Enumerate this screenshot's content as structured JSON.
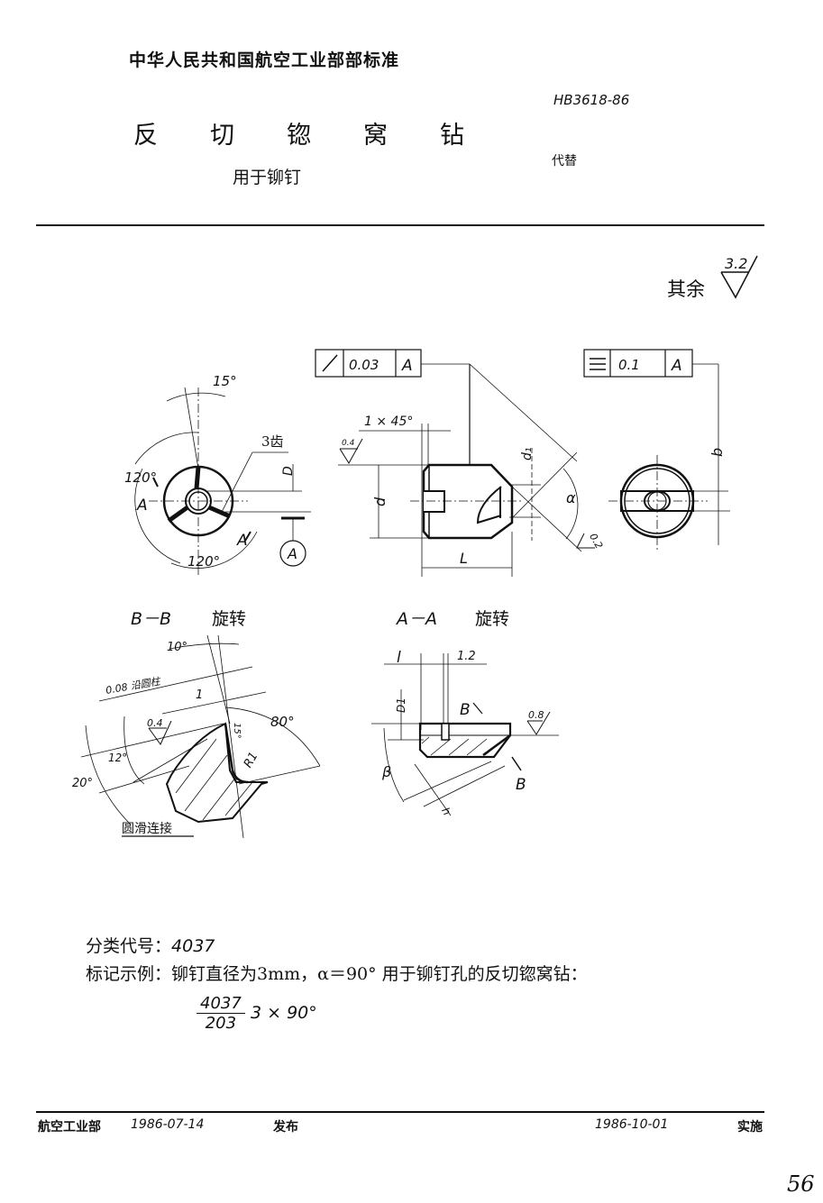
{
  "header": {
    "organization": "中华人民共和国航空工业部部标准",
    "standard_code": "HB3618-86",
    "title_chars": [
      "反",
      "切",
      "锪",
      "窝",
      "钻"
    ],
    "subtitle": "用于铆钉",
    "replaces_label": "代替"
  },
  "surface_roughness": {
    "rest_label": "其余",
    "rest_value": "3.2"
  },
  "drawing": {
    "front_view": {
      "angle_top": "15°",
      "angle_left": "120°",
      "angle_bottom": "120°",
      "teeth_label": "3齿",
      "section_marker_left": "A",
      "section_marker_right": "A",
      "dim_D": "D",
      "datum_label": "A"
    },
    "side_view": {
      "runout_symbol": "↗",
      "runout_tolerance": "0.03",
      "runout_datum": "A",
      "chamfer": "1 × 45°",
      "roughness": "0.4",
      "dim_d": "d",
      "dim_d1": "d₁",
      "dim_L": "L",
      "angle_alpha": "α",
      "roughness_cone": "0.2"
    },
    "end_view": {
      "symmetry_symbol": "⌯",
      "symmetry_tolerance": "0.1",
      "symmetry_datum": "A",
      "dim_b": "b"
    },
    "section_bb": {
      "title": "B－B",
      "title_suffix": "旋转",
      "angle_10": "10°",
      "land_note": "0.08 沿圆柱",
      "dim_1": "1",
      "roughness": "0.4",
      "angle_80": "80°",
      "angle_15": "15°",
      "angle_12": "12°",
      "angle_20": "20°",
      "radius": "R1",
      "blend_note": "圆滑连接"
    },
    "section_aa": {
      "title": "A－A",
      "title_suffix": "旋转",
      "dim_l": "l",
      "dim_12": "1.2",
      "dim_D1": "D1",
      "section_marker": "B",
      "roughness": "0.8",
      "angle_beta": "β",
      "dim_h": "h"
    }
  },
  "notes": {
    "class_code_label": "分类代号：",
    "class_code_value": "4037",
    "mark_example_label": "标记示例：",
    "mark_example_text": "铆钉直径为3mm，α＝90° 用于铆钉孔的反切锪窝钻：",
    "mark_numerator": "4037",
    "mark_denominator": "203",
    "mark_spec": "3 × 90°"
  },
  "footer": {
    "issuer": "航空工业部",
    "issue_date": "1986-07-14",
    "issue_label": "发布",
    "effective_date": "1986-10-01",
    "effective_label": "实施",
    "page_number": "56"
  }
}
